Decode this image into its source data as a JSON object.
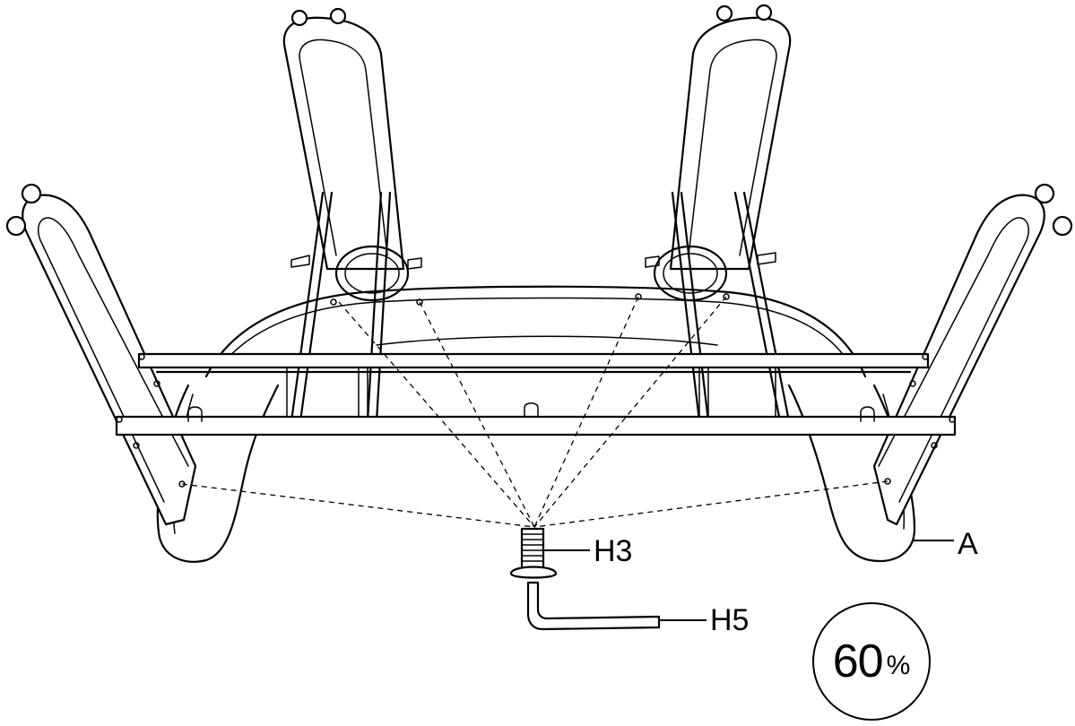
{
  "labels": {
    "screw": "H3",
    "wrench": "H5",
    "frame": "A"
  },
  "progress": {
    "value": "60",
    "unit": "%",
    "fraction": 0.6
  },
  "colors": {
    "ink": "#000000",
    "background": "#ffffff"
  }
}
